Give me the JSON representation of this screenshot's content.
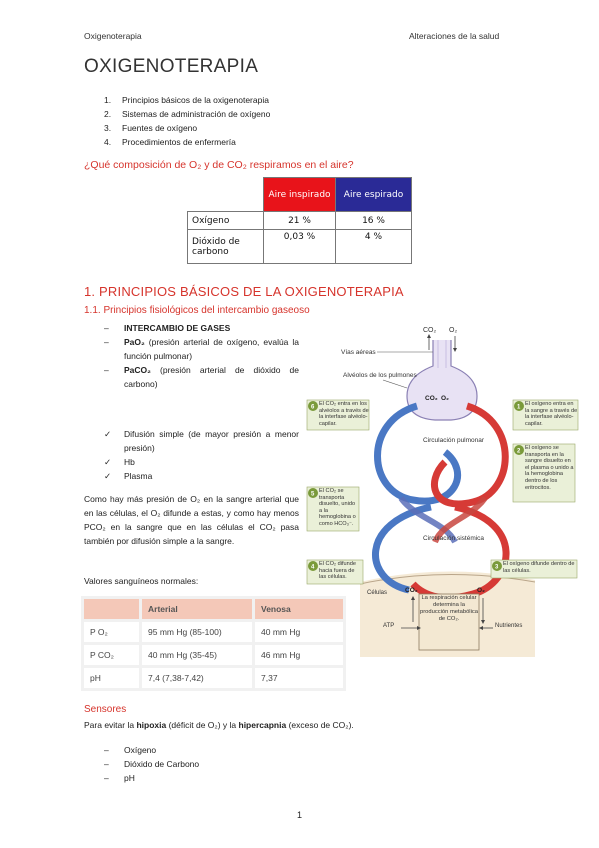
{
  "header": {
    "left": "Oxigenoterapia",
    "right": "Alteraciones de la salud"
  },
  "title": "OXIGENOTERAPIA",
  "outline": [
    {
      "num": "1.",
      "text": "Principios básicos de la oxigenoterapia"
    },
    {
      "num": "2.",
      "text": "Sistemas de administración de oxígeno"
    },
    {
      "num": "3.",
      "text": "Fuentes de oxígeno"
    },
    {
      "num": "4.",
      "text": "Procedimientos de enfermería"
    }
  ],
  "question": "¿Qué composición de O₂ y de CO₂ respiramos en el aire?",
  "composition_table": {
    "headers": [
      "Aire inspirado",
      "Aire espirado"
    ],
    "rows": [
      {
        "label": "Oxígeno",
        "inspirado": "21 %",
        "espirado": "16 %"
      },
      {
        "label": "Dióxido de carbono",
        "inspirado": "0,03 %",
        "espirado": "4 %"
      }
    ]
  },
  "section1_title": "1. PRINCIPIOS BÁSICOS DE LA OXIGENOTERAPIA",
  "subsection_title": "1.1. Principios fisiológicos del intercambio gaseoso",
  "dash_items": {
    "item1": "INTERCAMBIO DE GASES",
    "item2_bold": "PaO₂",
    "item2_rest": " (presión arterial de oxígeno, evalúa la función pulmonar)",
    "item3_bold": "PaCO₂",
    "item3_rest": " (presión arterial de dióxido de carbono)"
  },
  "check_items": [
    "Difusión simple (de mayor presión a menor presión)",
    "Hb",
    "Plasma"
  ],
  "paragraph": "Como hay más presión de O₂ en la sangre arterial que en las células, el O₂ difunde a estas, y como hay menos PCO₂ en la sangre que en las células el CO₂ pasa también por difusión simple a la sangre.",
  "values_title": "Valores sanguíneos normales:",
  "values_table": {
    "headers": [
      "",
      "Arterial",
      "Venosa"
    ],
    "rows": [
      {
        "param": "P O₂",
        "arterial": "95 mm Hg (85-100)",
        "venosa": "40 mm Hg"
      },
      {
        "param": "P CO₂",
        "arterial": "40 mm Hg (35-45)",
        "venosa": "46 mm Hg"
      },
      {
        "param": "pH",
        "arterial": "7,4 (7,38-7,42)",
        "venosa": "7,37"
      }
    ]
  },
  "sensores_title": "Sensores",
  "sensores_text": {
    "a": "Para evitar la ",
    "b": "hipoxia",
    "c": " (déficit de O₂) y la ",
    "d": "hipercapnia",
    "e": " (exceso de CO₂)."
  },
  "sensores_list": [
    "Oxígeno",
    "Dióxido de Carbono",
    "pH"
  ],
  "diagram": {
    "top_co2": "CO₂",
    "top_o2": "O₂",
    "vias_aereas": "Vías aéreas",
    "alveolos": "Alvéolos de los pulmones",
    "alv_co2": "CO₂",
    "alv_o2": "O₂",
    "circ_pulmonar": "Circulación pulmonar",
    "circ_sistemica": "Circulación sistémica",
    "celulas": "Células",
    "atp": "ATP",
    "nutrientes": "Nutrientes",
    "cell_co2": "CO₂",
    "cell_o2": "O₂",
    "respiracion_box": "La respiración celular determina la producción metabólica de CO₂.",
    "note1": "El oxígeno entra en la sangre a través de la interfase alvéolo-capilar.",
    "note2": "El oxígeno se transporta en la sangre disuelto en el plasma o unido a la hemoglobina dentro de los eritrocitos.",
    "note3": "El oxígeno difunde dentro de las células.",
    "note4": "El CO₂ difunde hacia fuera de las células.",
    "note5": "El CO₂ se transporta disuelto, unido a la hemoglobina o como HCO₃⁻.",
    "note6": "El CO₂ entra en los alvéolos a través de la interfase alvéolo-capilar.",
    "num1": "1",
    "num2": "2",
    "num3": "3",
    "num4": "4",
    "num5": "5",
    "num6": "6"
  },
  "page_number": "1"
}
